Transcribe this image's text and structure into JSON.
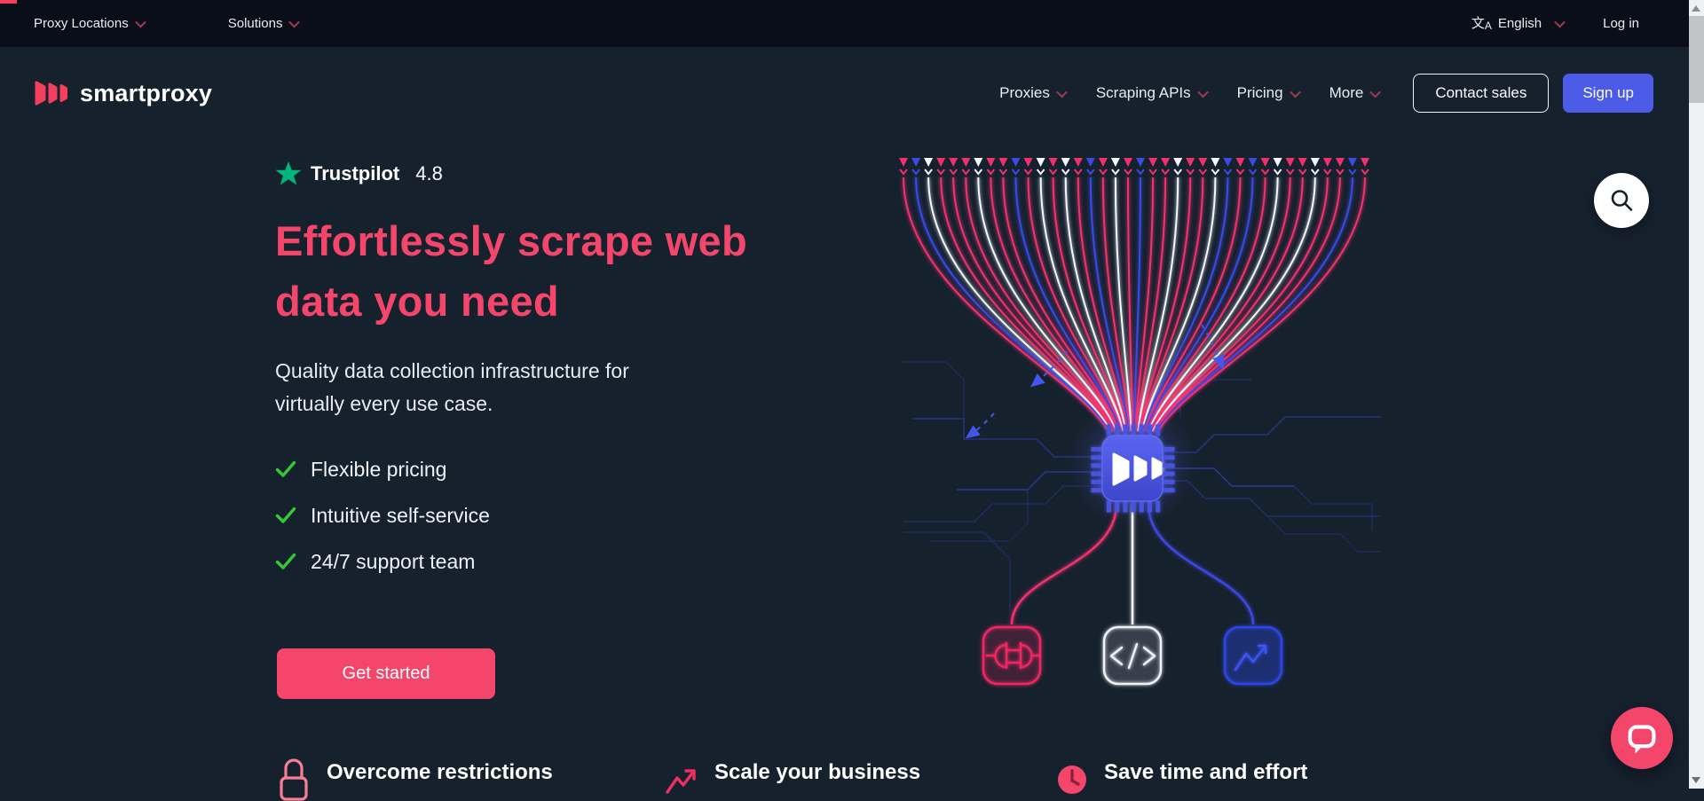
{
  "topbar": {
    "menus": [
      {
        "label": "Proxy Locations"
      },
      {
        "label": "Solutions"
      }
    ],
    "language": {
      "label": "English",
      "icon_glyph_primary": "文",
      "icon_glyph_secondary": "A"
    },
    "login_label": "Log in"
  },
  "nav": {
    "brand": "smartproxy",
    "links": [
      {
        "label": "Proxies"
      },
      {
        "label": "Scraping APIs"
      },
      {
        "label": "Pricing"
      },
      {
        "label": "More"
      }
    ],
    "contact_sales_label": "Contact sales",
    "sign_up_label": "Sign up"
  },
  "hero": {
    "trustpilot": {
      "brand": "Trustpilot",
      "rating": "4.8"
    },
    "title_line1": "Effortlessly scrape web",
    "title_line2": "data you need",
    "subtitle_line1": "Quality data collection infrastructure for",
    "subtitle_line2": "virtually every use case.",
    "features": [
      {
        "label": "Flexible pricing"
      },
      {
        "label": "Intuitive self-service"
      },
      {
        "label": "24/7 support team"
      }
    ],
    "cta_label": "Get started"
  },
  "benefits": [
    {
      "label": "Overcome restrictions",
      "icon": "lock-icon"
    },
    {
      "label": "Scale your business",
      "icon": "growth-arrow-icon"
    },
    {
      "label": "Save time and effort",
      "icon": "clock-icon"
    }
  ],
  "illustration": {
    "description": "data streams converging into smartproxy chip with plug, code and chart outputs",
    "stream_sequence": "pbwpppwppbpwpwpbpwpbppwppwbpbpwppwppbp",
    "stream_colors": {
      "p": "#f1306e",
      "b": "#3c4ae4",
      "w": "#f3f6fb"
    },
    "output_icons": [
      "plug-icon",
      "code-icon",
      "chart-icon"
    ]
  },
  "colors": {
    "accent_pink": "#f4456b",
    "accent_blue": "#4c5be7",
    "check_green": "#37c837",
    "trustpilot_green": "#00b67a",
    "topbar_bg": "#0a0e18",
    "page_bg": "#16212e"
  }
}
